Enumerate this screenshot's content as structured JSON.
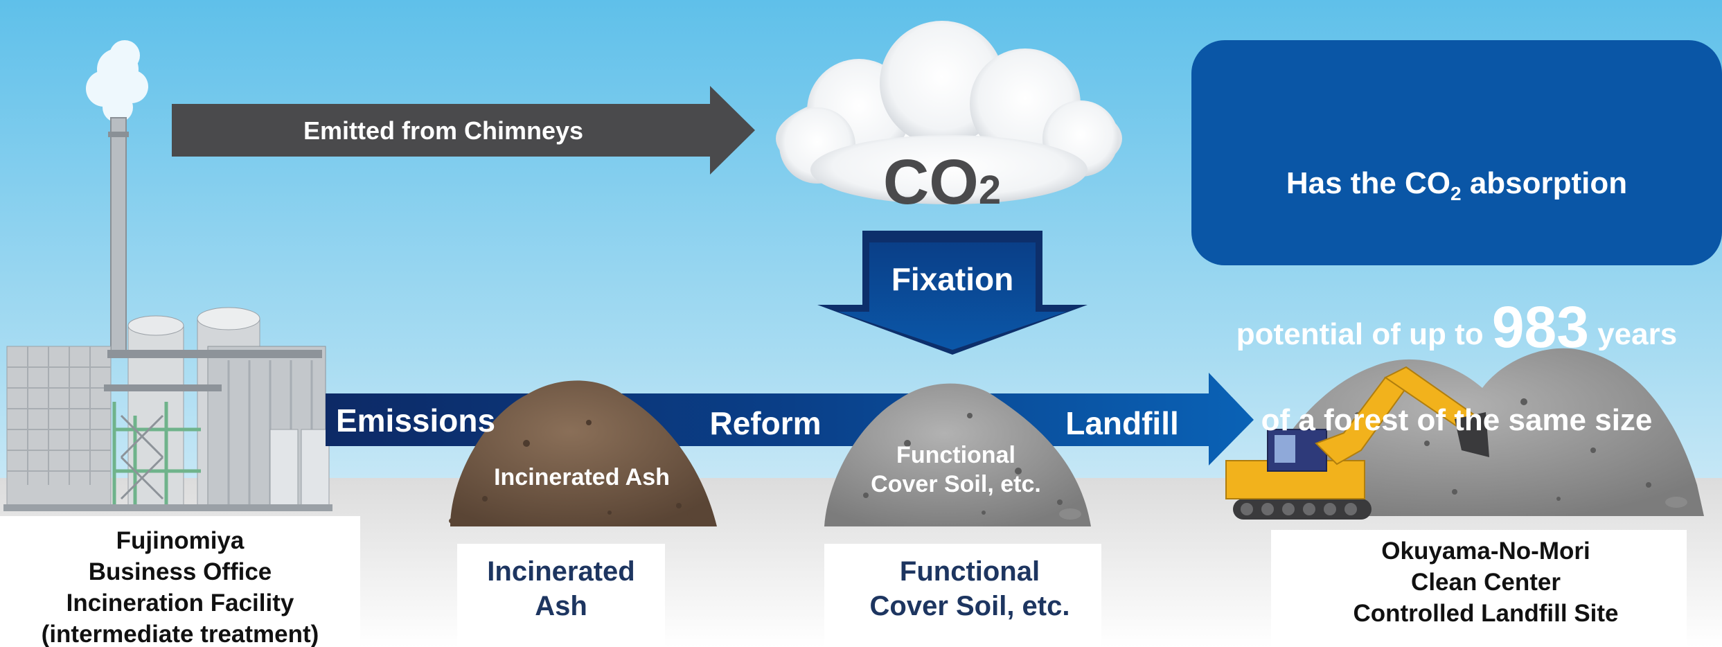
{
  "colors": {
    "sky_top": "#6cc4ea",
    "sky_bottom": "#e9f4fa",
    "arrow_dark": "#4a4a4c",
    "arrow_blue": "#0a55a5",
    "arrow_navy": "#0d2f6b",
    "box_blue": "#0a56a6",
    "label_navy": "#1d3560",
    "text_black": "#111111",
    "ash_brown": "#6b5442",
    "soil_gray": "#8e8e8e",
    "excavator_yellow": "#f2b21c"
  },
  "emission": {
    "label": "Emitted from Chimneys"
  },
  "cloud": {
    "co2": "CO",
    "co2_sub": "2"
  },
  "callout": {
    "line1_pre": "Has the CO",
    "line1_sub": "2",
    "line1_post": " absorption",
    "line2_pre": "potential of up to ",
    "line2_number": "983",
    "line2_post": " years",
    "line3": "of a forest of the same size"
  },
  "fixation": {
    "label": "Fixation"
  },
  "flow": {
    "emissions": "Emissions",
    "reform": "Reform",
    "landfill": "Landfill"
  },
  "piles": {
    "ash_on_pile": "Incinerated Ash",
    "soil_on_pile": "Functional\nCover Soil, etc."
  },
  "captions": {
    "facility": "Fujinomiya\nBusiness Office\nIncineration Facility\n(intermediate treatment)",
    "ash": "Incinerated\nAsh",
    "soil": "Functional\nCover Soil, etc.",
    "landfill_site": "Okuyama-No-Mori\nClean Center\nControlled Landfill Site"
  }
}
